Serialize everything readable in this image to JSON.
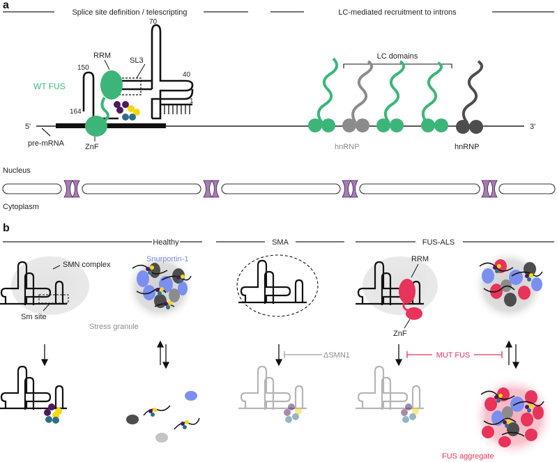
{
  "colors": {
    "fus_green": "#3cb678",
    "snurportin_blue": "#7b8ff0",
    "mut_red": "#e8335a",
    "purple": "#4b1a5a",
    "yellow": "#f5d90a",
    "teal": "#2f6e86",
    "dark_grey": "#4d4d4d",
    "mid_grey": "#8c8c8c",
    "light_grey": "#d9d9d9",
    "membrane_pore": "#a27fb0"
  },
  "panel_a": {
    "letter": "a",
    "header_left": "Splice site definition / telescripting",
    "header_right": "LC-mediated recruitment to introns",
    "num_70": "70",
    "num_150": "150",
    "num_40": "40",
    "num_164": "164",
    "num_1": "1",
    "rrm": "RRM",
    "sl3": "SL3",
    "wt_fus": "WT FUS",
    "znf": "ZnF",
    "five_prime": "5'",
    "three_prime": "3'",
    "pre_mrna": "pre-mRNA",
    "lc_domains": "LC domains",
    "hnrnp_1": "hnRNP",
    "hnrnp_2": "hnRNP",
    "nucleus": "Nucleus",
    "cytoplasm": "Cytoplasm"
  },
  "panel_b": {
    "letter": "b",
    "header_healthy": "Healthy",
    "header_sma": "SMA",
    "header_fusals": "FUS-ALS",
    "smn_complex": "SMN complex",
    "sm_site": "Sm site",
    "snurportin": "Snurportin-1",
    "stress_granule": "Stress granule",
    "delta_smn1": "ΔSMN1",
    "rrm": "RRM",
    "znf": "ZnF",
    "mut_fus": "MUT FUS",
    "fus_aggregate": "FUS aggregate"
  },
  "icons": [
    "snrna-stem-loop-icon",
    "protein-blob-icon",
    "nuclear-pore-icon",
    "stress-granule-icon",
    "rna-strand-icon"
  ]
}
